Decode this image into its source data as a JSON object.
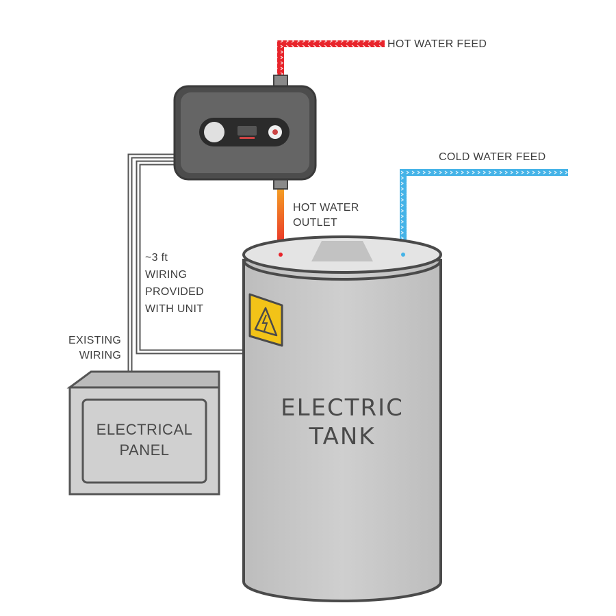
{
  "labels": {
    "hot_water_feed": "HOT WATER FEED",
    "cold_water_feed": "COLD WATER FEED",
    "hot_water_outlet": [
      "HOT WATER",
      "OUTLET"
    ],
    "wiring_provided": [
      "~3 ft",
      "WIRING",
      "PROVIDED",
      "WITH UNIT"
    ],
    "existing_wiring": [
      "EXISTING",
      "WIRING"
    ],
    "electrical_panel": [
      "ELECTRICAL",
      "PANEL"
    ],
    "electric_tank": [
      "ELECTRIC",
      "TANK"
    ]
  },
  "icons": {
    "warning": "high-voltage-warning-icon",
    "heater_unit": "tankless-heater-unit-icon"
  },
  "colors": {
    "hot_pipe": "#e8242b",
    "cold_pipe": "#45b3e7",
    "outlet_gradient_top": "#f5a623",
    "outlet_gradient_bottom": "#e8242b",
    "tank_body": "#c9c9c9",
    "panel_body": "#d0d0d0",
    "unit_body": "#555555",
    "warning_yellow": "#f2c318"
  }
}
